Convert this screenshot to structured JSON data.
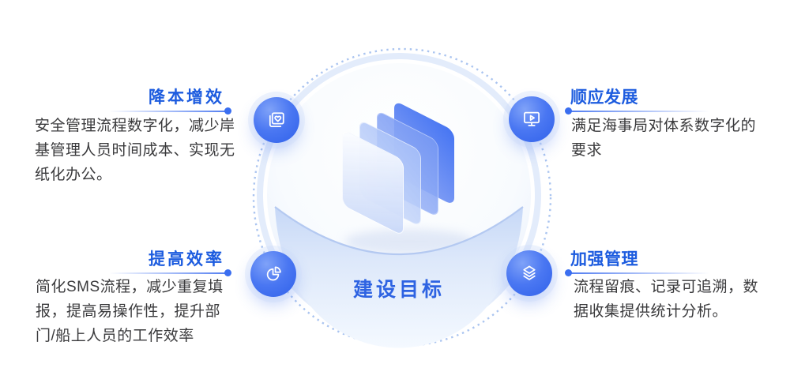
{
  "center": {
    "title": "建设目标",
    "illustration": "stacked-translucent-panels"
  },
  "items": [
    {
      "id": "top-left",
      "title": "降本增效",
      "text": "安全管理流程数字化，减少岸\n基管理人员时间成本、实现无\n纸化办公。",
      "icon": "card-heart-icon"
    },
    {
      "id": "top-right",
      "title": "顺应发展",
      "text": "满足海事局对体系数字化的\n要求",
      "icon": "monitor-play-icon"
    },
    {
      "id": "bottom-left",
      "title": "提高效率",
      "text": "简化SMS流程，减少重复填\n报，提高易操作性，提升部\n门/船上人员的工作效率",
      "icon": "pie-chart-icon"
    },
    {
      "id": "bottom-right",
      "title": "加强管理",
      "text": "流程留痕、记录可追溯，数\n据收集提供统计分析。",
      "icon": "layers-icon"
    }
  ],
  "colors": {
    "quadrant_title": "#1d5cdf",
    "center_title": "#2e63e2",
    "body_text": "#3a3a3c",
    "icon_circle": "#3d6ff0",
    "dotted_ring": "#aac4f0",
    "line_accent": "#4878f0"
  }
}
